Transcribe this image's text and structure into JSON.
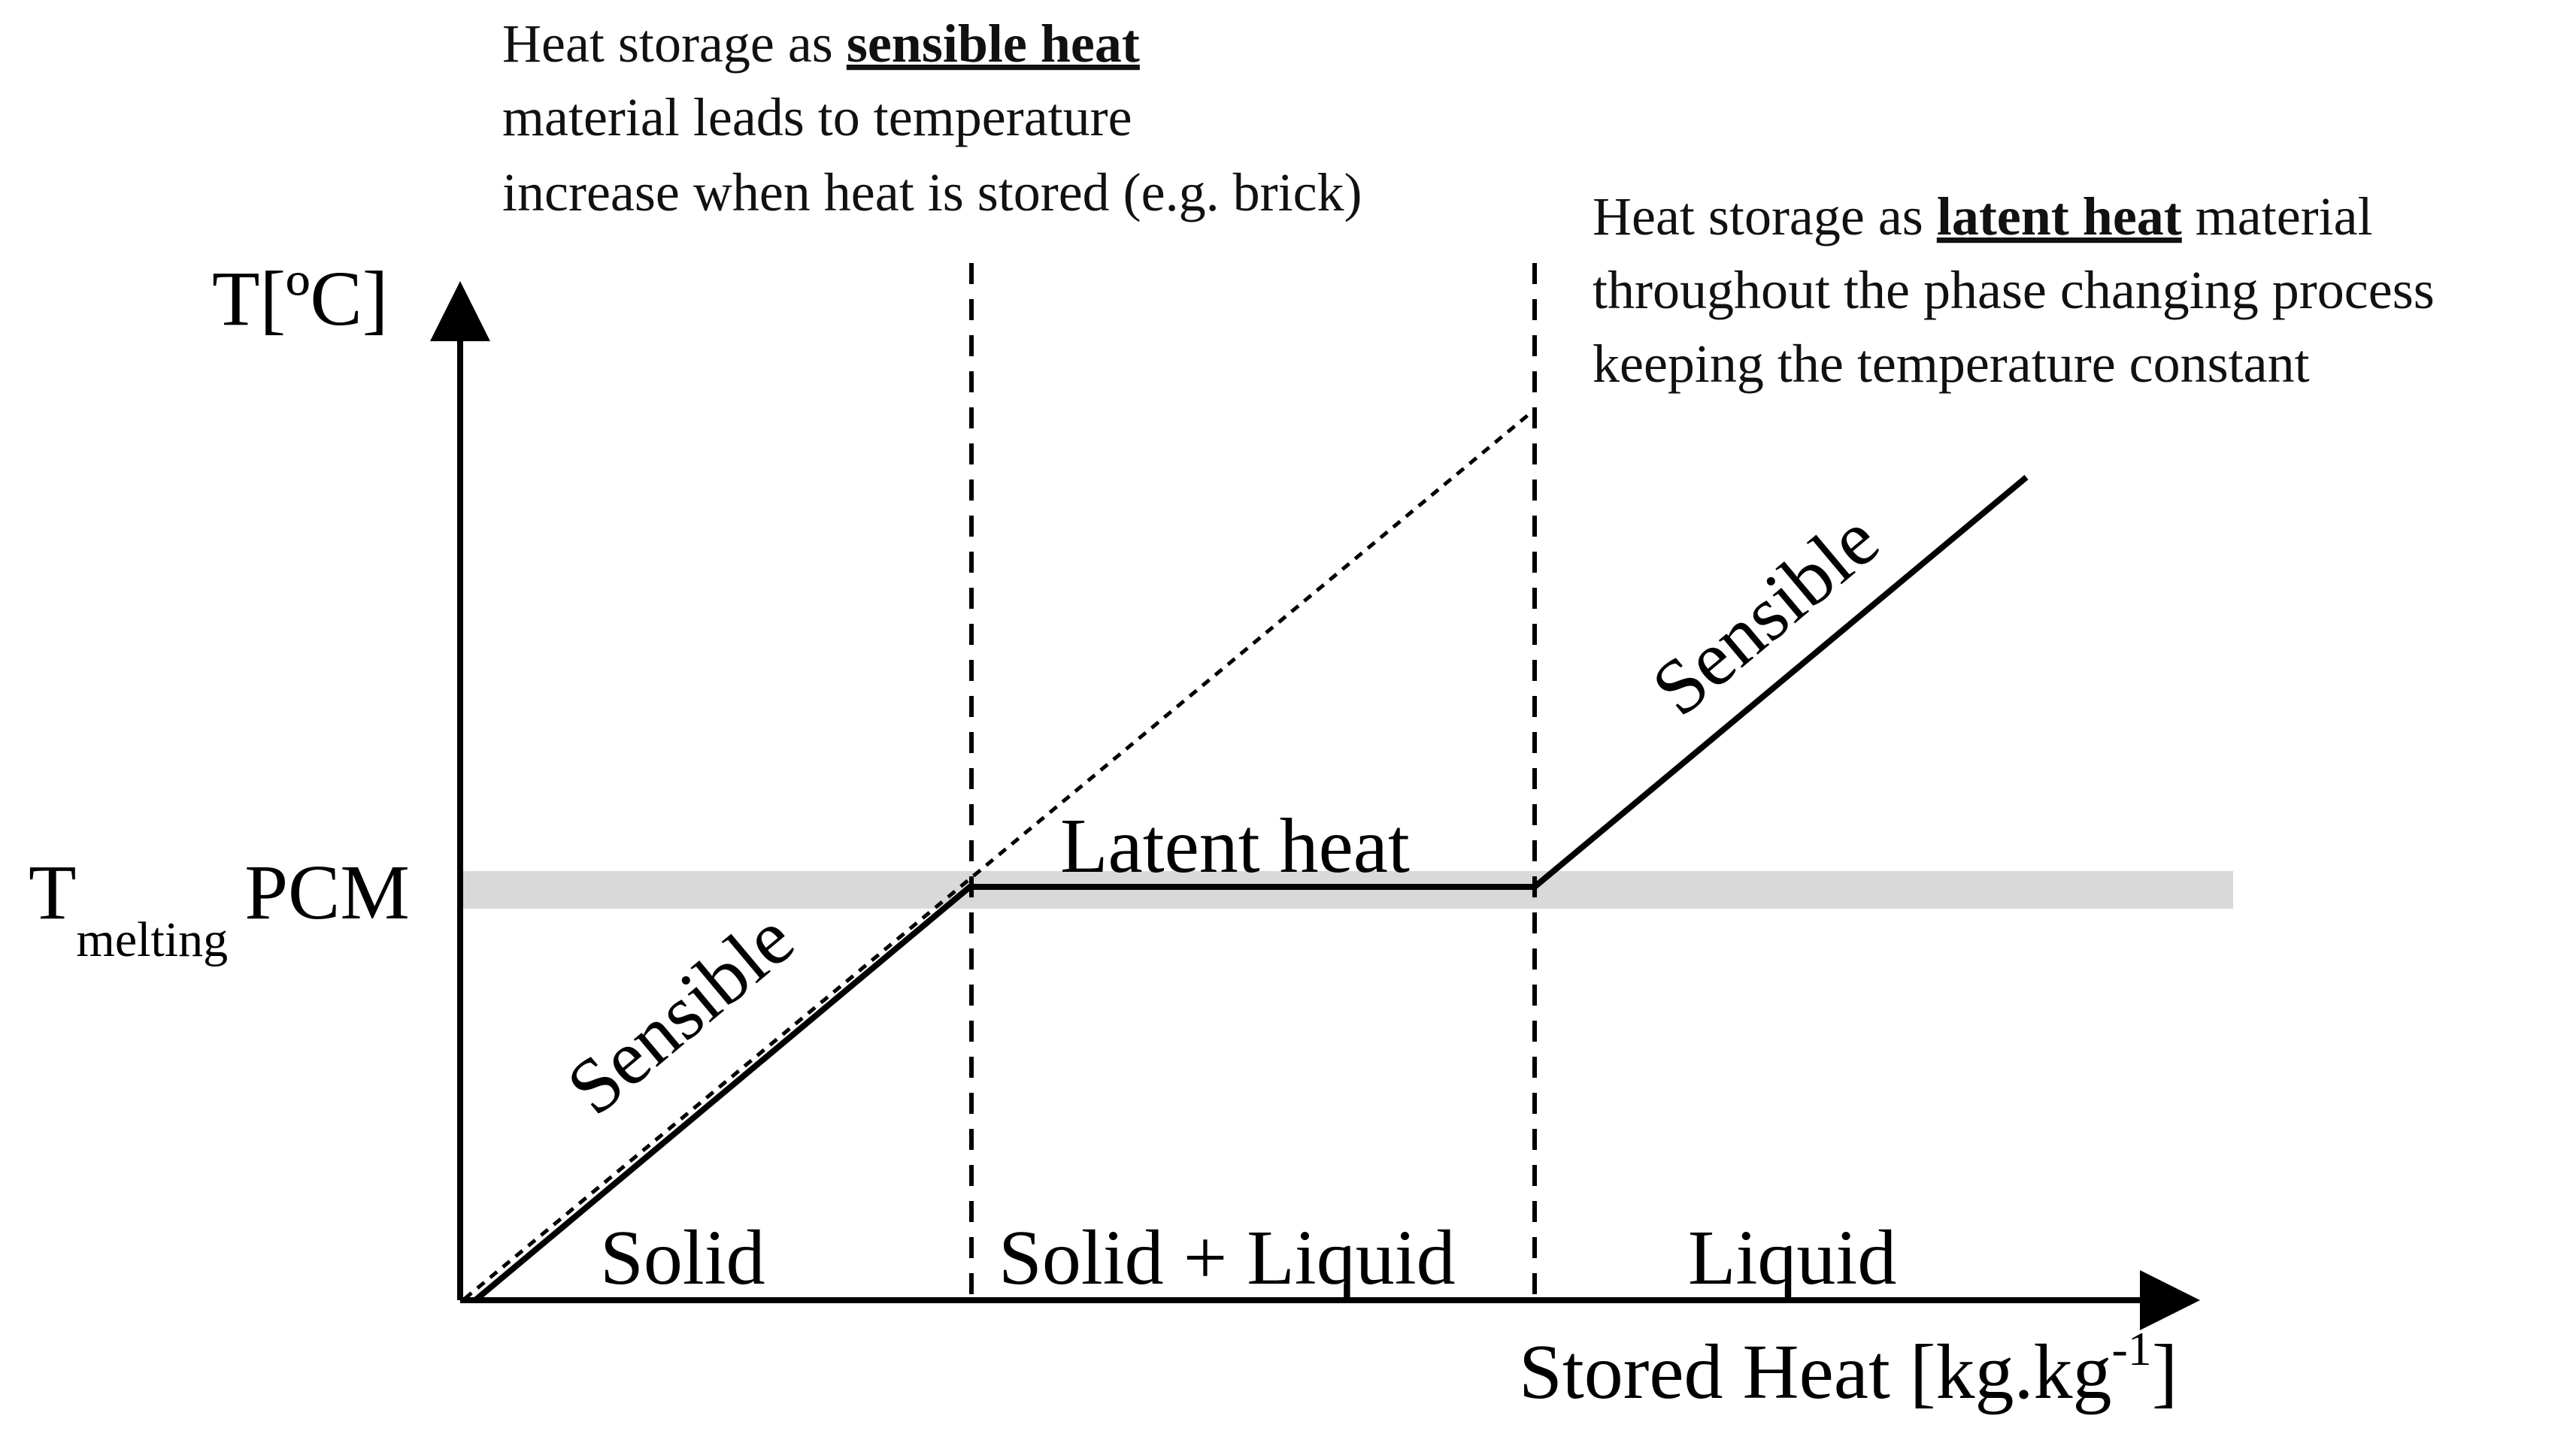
{
  "y_axis_label": "T[ºC]",
  "x_axis_label": {
    "main": "Stored Heat [kg.kg",
    "superscript": "-1",
    "close": "]"
  },
  "melting_label": {
    "T": "T",
    "subscript": "melting",
    "suffix": "PCM"
  },
  "sensible_note": {
    "line1_prefix": "Heat storage as ",
    "line1_emphasis": "sensible heat",
    "line2": "material leads to temperature",
    "line3": "increase when heat is stored (e.g. brick)"
  },
  "latent_note": {
    "line1_prefix": "Heat storage as ",
    "line1_emphasis": "latent heat",
    "line1_suffix": " material",
    "line2": "throughout the phase changing process",
    "line3": "keeping the temperature constant"
  },
  "curve_labels": {
    "sensible_solid": "Sensible",
    "latent": "Latent heat",
    "sensible_liquid": "Sensible"
  },
  "phase_labels": {
    "solid": "Solid",
    "mixed": "Solid + Liquid",
    "liquid": "Liquid"
  },
  "colors": {
    "line": "#000000",
    "melting_band": "#d9d9d9"
  }
}
